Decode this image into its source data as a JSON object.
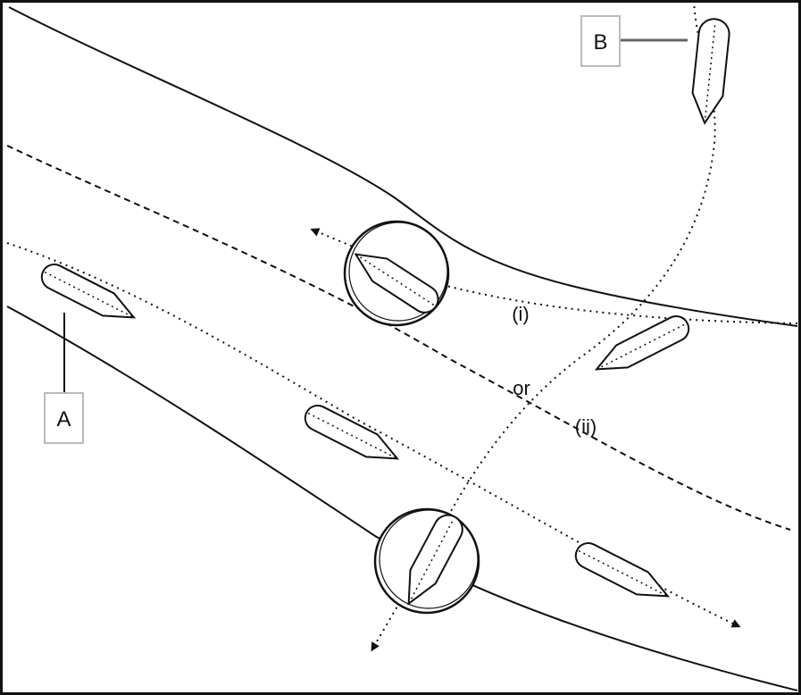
{
  "labels": {
    "vessel_a": "A",
    "vessel_b": "B",
    "option_i": "(i)",
    "option_or": "or",
    "option_ii": "(ii)"
  }
}
